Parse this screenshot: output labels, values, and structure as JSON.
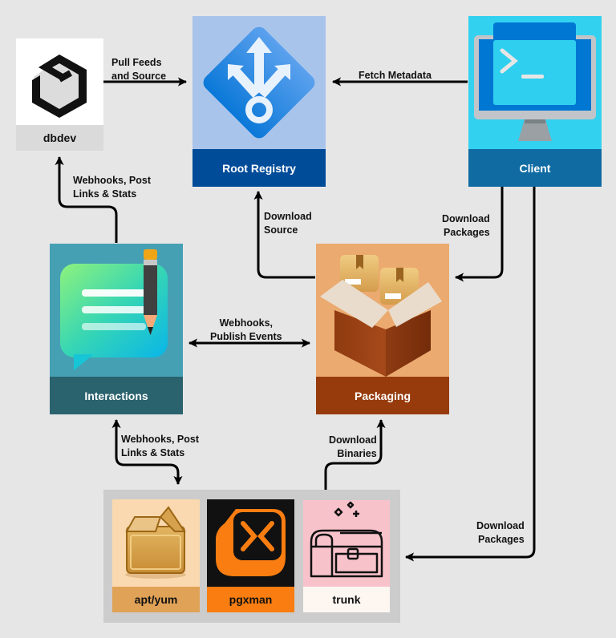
{
  "diagram": {
    "background": "#e6e6e6",
    "nodes": {
      "dbdev": {
        "label": "dbdev",
        "icon": "hexagon-logo-icon",
        "bg": "#ffffff",
        "label_bg": "#dadada",
        "label_color": "#111111"
      },
      "root_registry": {
        "label": "Root Registry",
        "icon": "branching-arrows-icon",
        "bg": "#a9c4eb",
        "label_bg": "#004c99",
        "label_color": "#ffffff"
      },
      "client": {
        "label": "Client",
        "icon": "terminal-monitor-icon",
        "bg": "#33d1f0",
        "label_bg": "#106ba3",
        "label_color": "#ffffff"
      },
      "interactions": {
        "label": "Interactions",
        "icon": "chat-pencil-icon",
        "bg": "#45a0b3",
        "label_bg": "#2a626e",
        "label_color": "#ffffff"
      },
      "packaging": {
        "label": "Packaging",
        "icon": "open-box-packages-icon",
        "bg": "#ebaa6f",
        "label_bg": "#973b0c",
        "label_color": "#ffffff"
      },
      "apt_yum": {
        "label": "apt/yum",
        "icon": "cardboard-box-icon",
        "bg": "#fad9b0",
        "label_bg": "#e0a256",
        "label_color": "#111111"
      },
      "pgxman": {
        "label": "pgxman",
        "icon": "pgxman-logo-icon",
        "bg": "#111111",
        "label_bg": "#f97d10",
        "label_color": "#111111"
      },
      "trunk": {
        "label": "trunk",
        "icon": "treasure-chest-icon",
        "bg": "#f8c2cb",
        "label_bg": "#fdf6f1",
        "label_color": "#111111"
      }
    },
    "edges": [
      {
        "id": "dbdev-to-registry",
        "from": "dbdev",
        "to": "root_registry",
        "label": "Pull Feeds\nand Source"
      },
      {
        "id": "client-to-registry",
        "from": "client",
        "to": "root_registry",
        "label": "Fetch Metadata"
      },
      {
        "id": "interactions-to-dbdev",
        "from": "interactions",
        "to": "dbdev",
        "label": "Webhooks, Post\nLinks & Stats"
      },
      {
        "id": "packaging-to-registry",
        "from": "packaging",
        "to": "root_registry",
        "label": "Download\nSource"
      },
      {
        "id": "client-to-packaging",
        "from": "client",
        "to": "packaging",
        "label": "Download\nPackages"
      },
      {
        "id": "interactions-packaging",
        "from": "interactions",
        "to": "packaging",
        "bidirectional": true,
        "label": "Webhooks,\nPublish Events"
      },
      {
        "id": "interactions-group",
        "from": "interactions",
        "to": "package_managers",
        "bidirectional": true,
        "label": "Webhooks, Post\nLinks & Stats"
      },
      {
        "id": "group-to-packaging",
        "from": "package_managers",
        "to": "packaging",
        "label": "Download\nBinaries"
      },
      {
        "id": "client-to-group",
        "from": "client",
        "to": "package_managers",
        "label": "Download\nPackages"
      }
    ]
  }
}
